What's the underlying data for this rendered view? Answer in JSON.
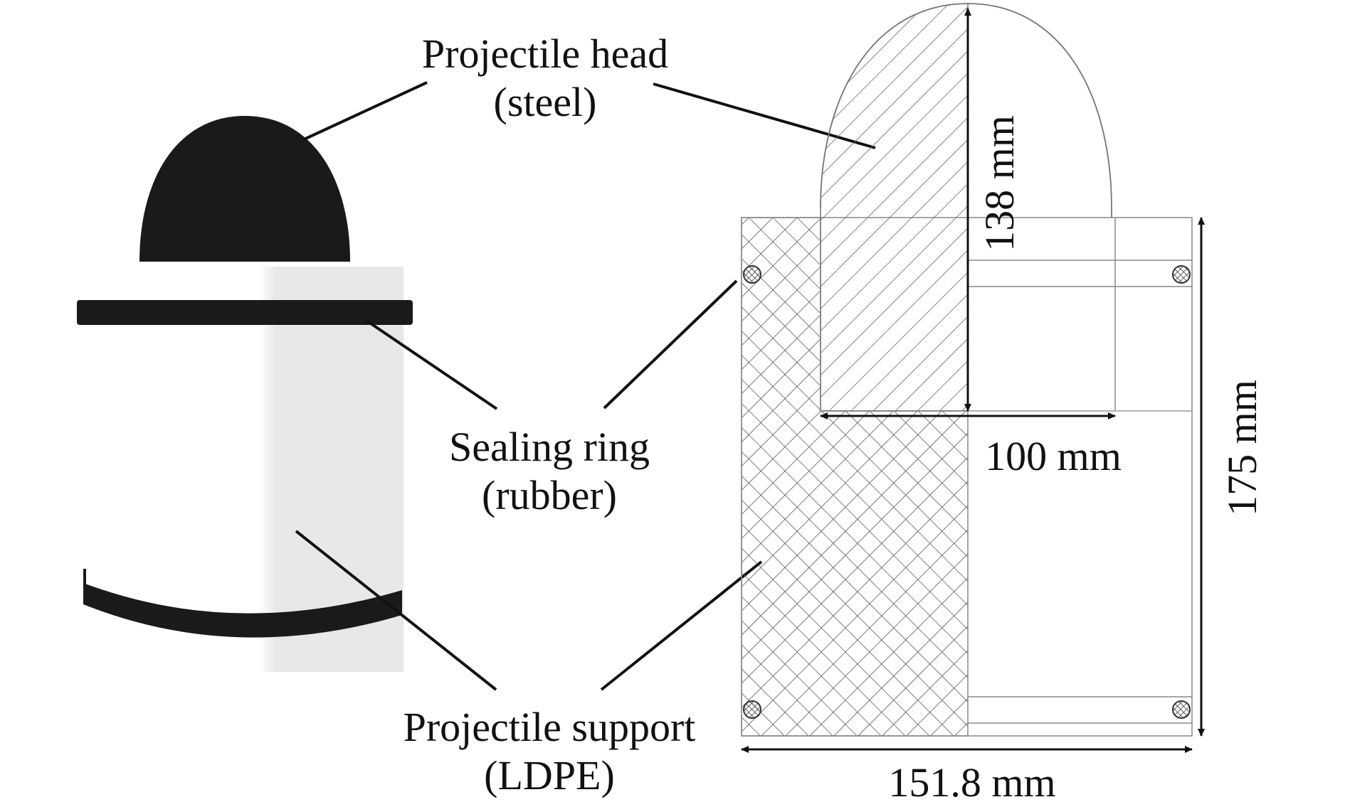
{
  "labels": {
    "head_line1": "Projectile head",
    "head_line2": "(steel)",
    "ring_line1": "Sealing ring",
    "ring_line2": "(rubber)",
    "support_line1": "Projectile support",
    "support_line2": "(LDPE)"
  },
  "dimensions": {
    "head_height": "138 mm",
    "head_width": "100 mm",
    "total_height": "175 mm",
    "total_width": "151.8 mm"
  }
}
